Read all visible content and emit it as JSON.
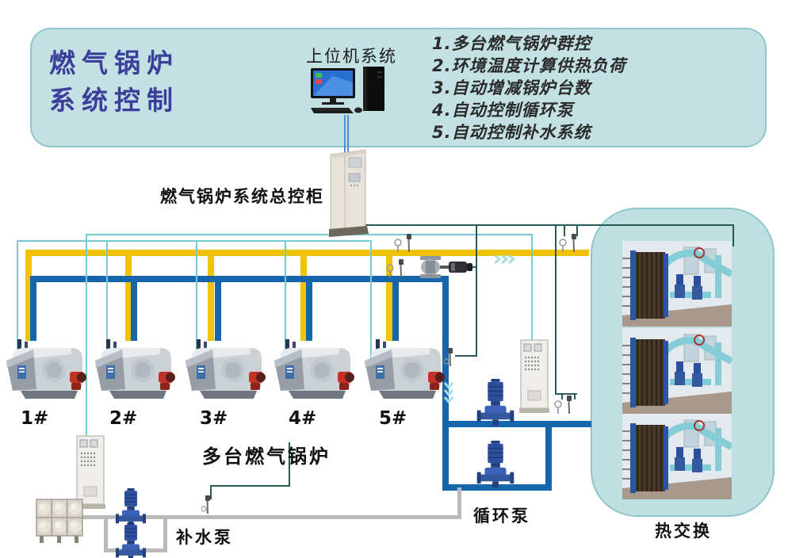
{
  "banner": {
    "title_line1": "燃气锅炉",
    "title_line2": "系统控制",
    "features": [
      "1.多台燃气锅炉群控",
      "2.环境温度计算供热负荷",
      "3.自动增减锅炉台数",
      "4.自动控制循环泵",
      "5.自动控制补水系统"
    ]
  },
  "labels": {
    "host_system": "上位机系统",
    "master_cabinet": "燃气锅炉系统总控柜",
    "boiler_group": "多台燃气锅炉",
    "circulation_pump": "循环泵",
    "makeup_pump": "补水泵",
    "heat_exchange": "热交换"
  },
  "boilers": [
    "1#",
    "2#",
    "3#",
    "4#",
    "5#"
  ],
  "icons": {
    "flow_arrow": "chevron-triple",
    "temperature_sensor": "thermowell-pin",
    "control_valve": "motorized-valve"
  },
  "colors": {
    "banner_bg": "#c3e1e2",
    "banner_border": "#8ec6cb",
    "title_text": "#3a3f9c",
    "supply_pipe": "#f3c303",
    "return_pipe": "#1566ad",
    "makeup_pipe": "#b9b9b9",
    "signal_line": "#76ccd6",
    "control_line": "#2a5a56",
    "pc_link": "#4a90d9",
    "panel_bg": "#bfe0e1"
  }
}
